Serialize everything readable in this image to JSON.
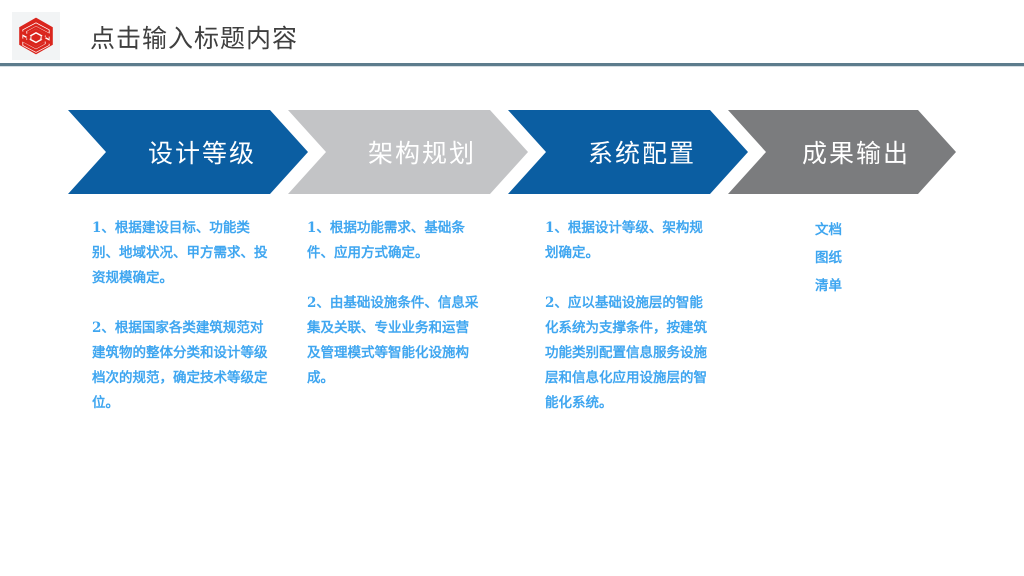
{
  "header": {
    "logo_icon": "hexagon-s-logo-icon",
    "logo_color": "#DA251D",
    "title": "点击输入标题内容",
    "rule_color": "#5D7C8C"
  },
  "process": {
    "steps": [
      {
        "label": "设计等级",
        "color": "#0B5EA2",
        "text_color": "#FFFFFF"
      },
      {
        "label": "架构规划",
        "color": "#C3C4C6",
        "text_color": "#FFFFFF"
      },
      {
        "label": "系统配置",
        "color": "#0B5EA2",
        "text_color": "#FFFFFF"
      },
      {
        "label": "成果输出",
        "color": "#7B7C7E",
        "text_color": "#FFFFFF"
      }
    ]
  },
  "columns": [
    {
      "name": "column-design-level",
      "text_color": "#3FA6F0",
      "paragraphs": [
        "1、根据建设目标、功能类别、地域状况、甲方需求、投资规模确定。",
        "2、根据国家各类建筑规范对建筑物的整体分类和设计等级档次的规范，确定技术等级定位。"
      ]
    },
    {
      "name": "column-architecture-planning",
      "text_color": "#3FA6F0",
      "paragraphs": [
        "1、根据功能需求、基础条件、应用方式确定。",
        "2、由基础设施条件、信息采集及关联、专业业务和运营及管理模式等智能化设施构成。"
      ]
    },
    {
      "name": "column-system-configuration",
      "text_color": "#3FA6F0",
      "paragraphs": [
        "1、根据设计等级、架构规划确定。",
        "2、应以基础设施层的智能化系统为支撑条件，按建筑功能类别配置信息服务设施层和信息化应用设施层的智能化系统。"
      ]
    },
    {
      "name": "column-deliverables",
      "text_color": "#3FA6F0",
      "paragraphs": [
        "文档",
        "图纸",
        "清单"
      ]
    }
  ]
}
